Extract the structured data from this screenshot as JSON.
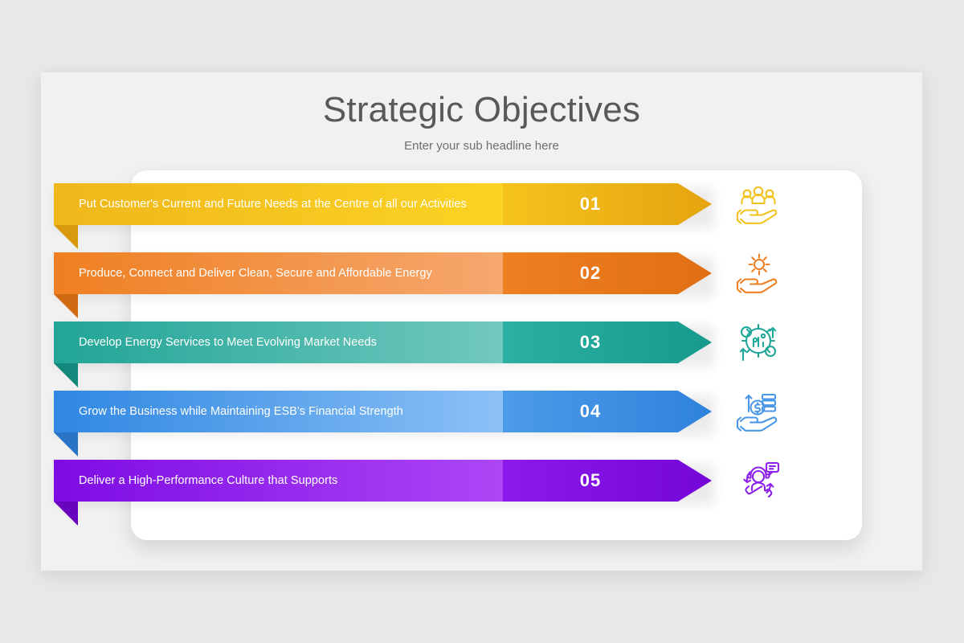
{
  "slide": {
    "title": "Strategic Objectives",
    "subtitle": "Enter your sub headline here",
    "background_color": "#f1f1f1",
    "page_background_color": "#e9e7e8",
    "card_color": "#ffffff",
    "title_color": "#58595b",
    "subtitle_color": "#6d6e71"
  },
  "rows": [
    {
      "number": "01",
      "label": "Put Customer's Current and Future Needs at the Centre of all our Activities",
      "icon": "hand-holding-people-icon",
      "color_light": "#f9d423",
      "color_mid": "#f4c01b",
      "color_dark": "#e8a712",
      "bar_from": "#f0b71a",
      "bar_to": "#fbd324",
      "num_from": "#f5c31c",
      "num_to": "#e5a40f",
      "fold_color": "#d79a0f",
      "icon_color": "#f2c21c"
    },
    {
      "number": "02",
      "label": "Produce, Connect and Deliver Clean, Secure and Affordable Energy",
      "icon": "hand-holding-gear-icon",
      "color_light": "#f6a468",
      "color_mid": "#f08b3c",
      "color_dark": "#e2741a",
      "bar_from": "#ef7f21",
      "bar_to": "#f6a86f",
      "num_from": "#ee7f22",
      "num_to": "#e16f14",
      "fold_color": "#cf6a12",
      "icon_color": "#ef8022"
    },
    {
      "number": "03",
      "label": "Develop Energy Services to Meet Evolving Market Needs",
      "icon": "growth-analytics-gear-icon",
      "color_light": "#6cc6bd",
      "color_mid": "#3cb4a7",
      "color_dark": "#1da395",
      "bar_from": "#21a596",
      "bar_to": "#72c8bf",
      "num_from": "#2bb0a2",
      "num_to": "#169a8c",
      "fold_color": "#13897d",
      "icon_color": "#1fa797"
    },
    {
      "number": "04",
      "label": "Grow the Business while Maintaining ESB's Financial Strength",
      "icon": "hand-holding-money-icon",
      "color_light": "#84bcf5",
      "color_mid": "#4f9cea",
      "color_dark": "#2f85e0",
      "bar_from": "#2f87e2",
      "bar_to": "#8cc1f6",
      "num_from": "#4c9be9",
      "num_to": "#2f82db",
      "fold_color": "#2a74c6",
      "icon_color": "#4a97e8"
    },
    {
      "number": "05",
      "label": "Deliver a High-Performance Culture that Supports",
      "icon": "customer-support-agent-icon",
      "color_light": "#a93ef5",
      "color_mid": "#8f1ced",
      "color_dark": "#7a09e0",
      "bar_from": "#7d0ce4",
      "bar_to": "#ad46f6",
      "num_from": "#8b1aeb",
      "num_to": "#7506d8",
      "fold_color": "#6605bd",
      "icon_color": "#8d20ec"
    }
  ]
}
